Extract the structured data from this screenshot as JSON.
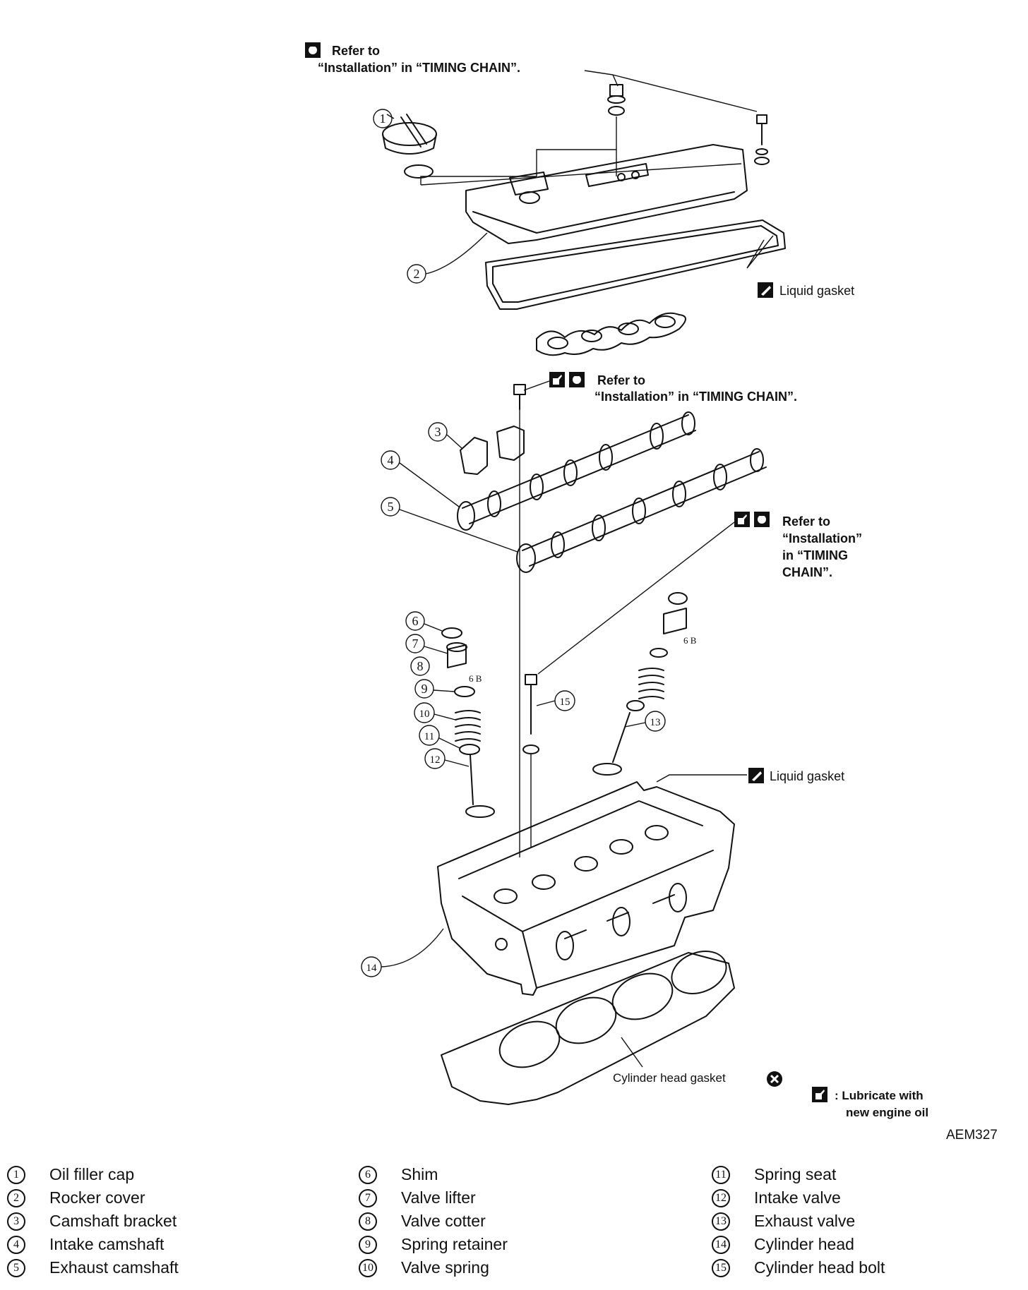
{
  "callouts": {
    "top": {
      "line1": "Refer to",
      "line2": "“Installation” in “TIMING CHAIN”."
    },
    "camshaft_bolt": {
      "line1": "Refer to",
      "line2": "“Installation” in “TIMING CHAIN”."
    },
    "head_bolt": {
      "line1": "Refer to",
      "line2": "“Installation”",
      "line3": "in “TIMING",
      "line4": "CHAIN”."
    },
    "liquid_gasket_cover": "Liquid gasket",
    "liquid_gasket_head": "Liquid gasket",
    "cylinder_head_gasket": "Cylinder head gasket",
    "lubricate_note": {
      "line1": ": Lubricate with",
      "line2": "new engine oil"
    }
  },
  "figure_id": "AEM327",
  "diagram_numbers": [
    "1",
    "2",
    "3",
    "4",
    "5",
    "6",
    "7",
    "8",
    "9",
    "10",
    "11",
    "12",
    "13",
    "14",
    "15"
  ],
  "icons": {
    "torque": "torque-wrench-icon",
    "oil": "oil-can-icon",
    "liquid_gasket": "liquid-gasket-icon",
    "replace": "do-not-reuse-icon"
  },
  "legend": [
    {
      "num": "1",
      "label": "Oil filler cap"
    },
    {
      "num": "2",
      "label": "Rocker cover"
    },
    {
      "num": "3",
      "label": "Camshaft bracket"
    },
    {
      "num": "4",
      "label": "Intake camshaft"
    },
    {
      "num": "5",
      "label": "Exhaust camshaft"
    },
    {
      "num": "6",
      "label": "Shim"
    },
    {
      "num": "7",
      "label": "Valve lifter"
    },
    {
      "num": "8",
      "label": "Valve cotter"
    },
    {
      "num": "9",
      "label": "Spring retainer"
    },
    {
      "num": "10",
      "label": "Valve spring"
    },
    {
      "num": "11",
      "label": "Spring seat"
    },
    {
      "num": "12",
      "label": "Intake valve"
    },
    {
      "num": "13",
      "label": "Exhaust valve"
    },
    {
      "num": "14",
      "label": "Cylinder head"
    },
    {
      "num": "15",
      "label": "Cylinder head bolt"
    }
  ]
}
